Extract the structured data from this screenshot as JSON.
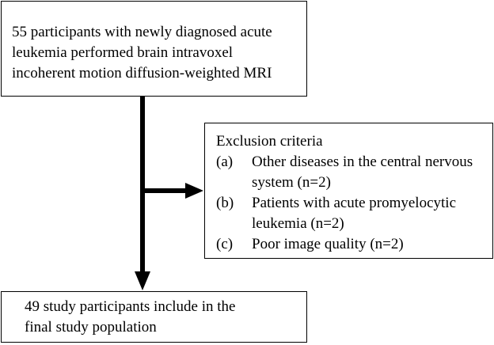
{
  "top_box": {
    "lines": [
      "55 participants with newly diagnosed acute",
      "leukemia performed brain intravoxel",
      "incoherent motion diffusion-weighted MRI"
    ]
  },
  "exclusion": {
    "title": "Exclusion criteria",
    "items": [
      {
        "marker": "(a)",
        "lines": [
          "Other diseases in the central nervous",
          "system (n=2)"
        ]
      },
      {
        "marker": "(b)",
        "lines": [
          "Patients with acute promyelocytic",
          "leukemia (n=2)"
        ]
      },
      {
        "marker": "(c)",
        "lines": [
          "Poor image quality (n=2)"
        ]
      }
    ]
  },
  "bottom_box": {
    "lines": [
      "49 study participants include in the",
      "final study population"
    ]
  }
}
